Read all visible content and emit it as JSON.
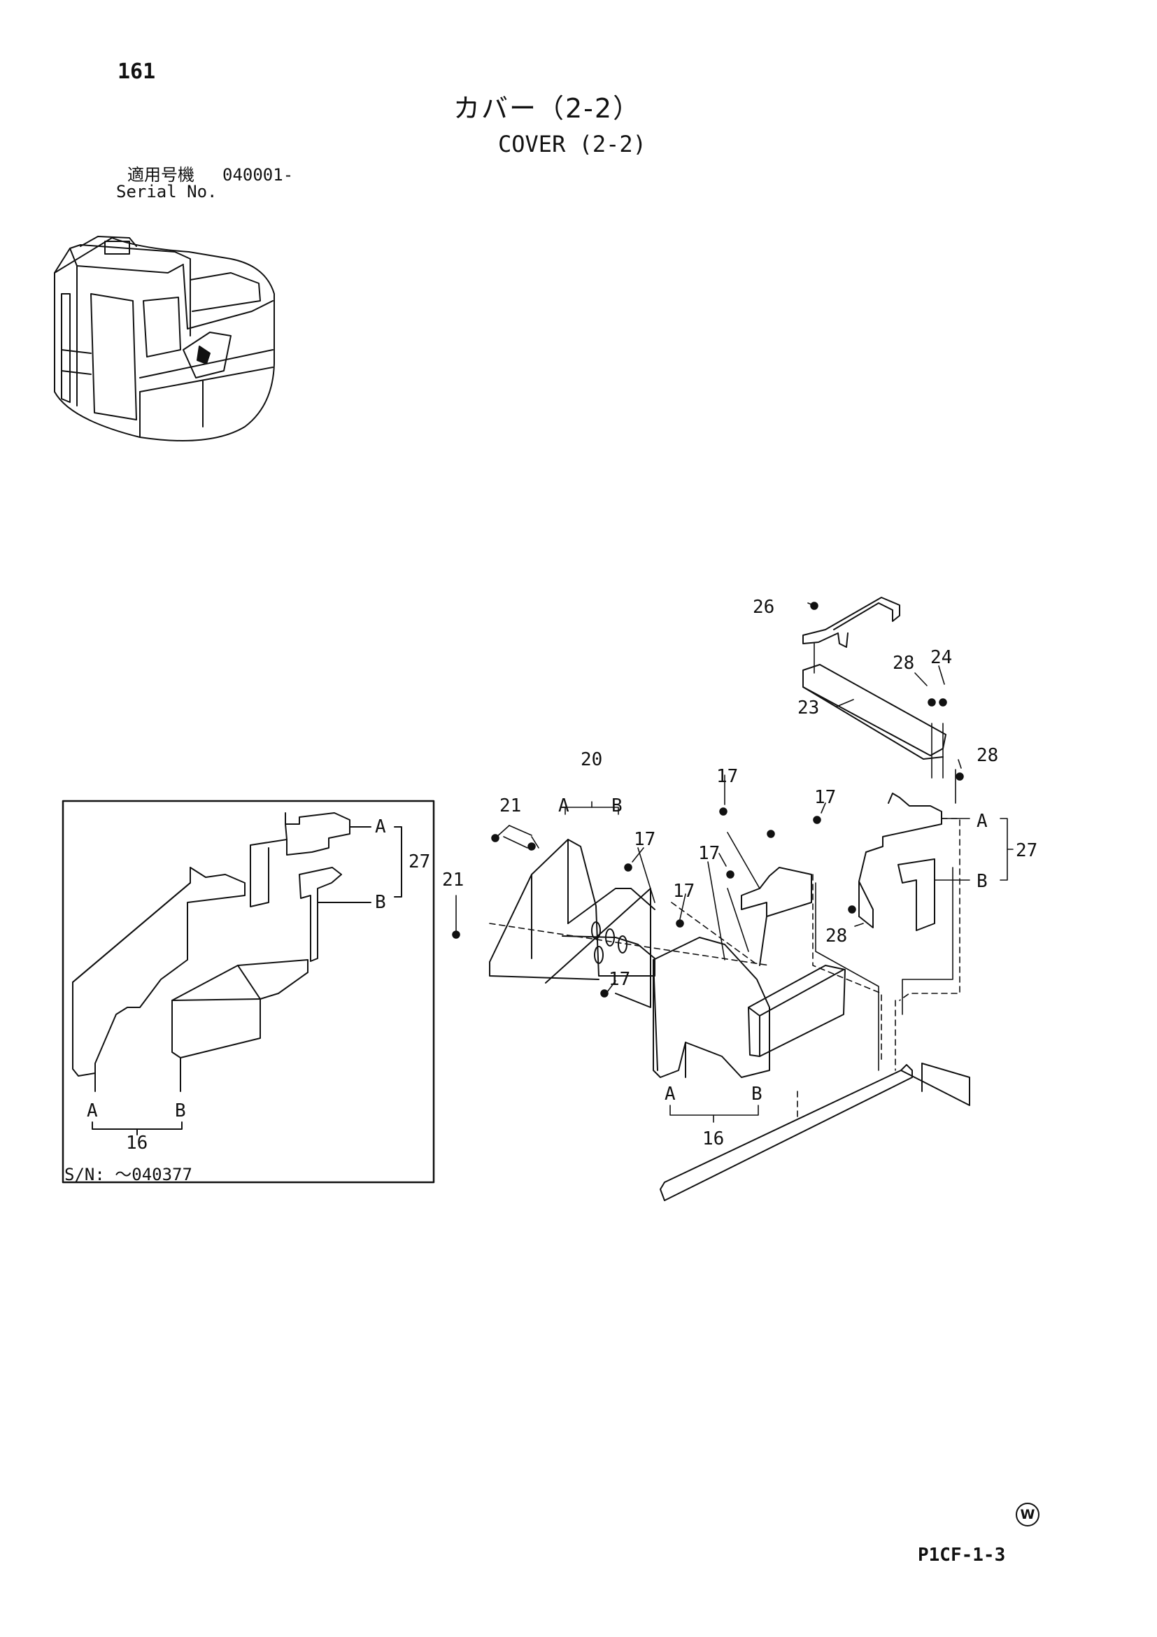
{
  "header": {
    "page_number": "161",
    "title_jp": "カバー（2-2）",
    "title_en": "COVER (2-2)",
    "serial_label_jp": "適用号機",
    "serial_value": "040001-",
    "serial_label_en": "Serial No."
  },
  "inset": {
    "sn_note": "S/N: ～040377",
    "callouts": {
      "a_top": "A",
      "b_top": "B",
      "ref_27": "27",
      "a_bottom": "A",
      "b_bottom": "B",
      "ref_16": "16"
    }
  },
  "main": {
    "callouts": {
      "c26": "26",
      "c28a": "28",
      "c24": "24",
      "c23": "23",
      "c28b": "28",
      "c20": "20",
      "c20a": "A",
      "c20b": "B",
      "c21a": "21",
      "c21b": "21",
      "c17a": "17",
      "c17b": "17",
      "c17c": "17",
      "c17d": "17",
      "c17e": "17",
      "c17f": "17",
      "c27a": "A",
      "c27b": "B",
      "c27": "27",
      "c28c": "28",
      "c16a": "A",
      "c16b": "B",
      "c16": "16"
    }
  },
  "footer": {
    "mark": "W",
    "plate_code": "P1CF-1-3"
  }
}
